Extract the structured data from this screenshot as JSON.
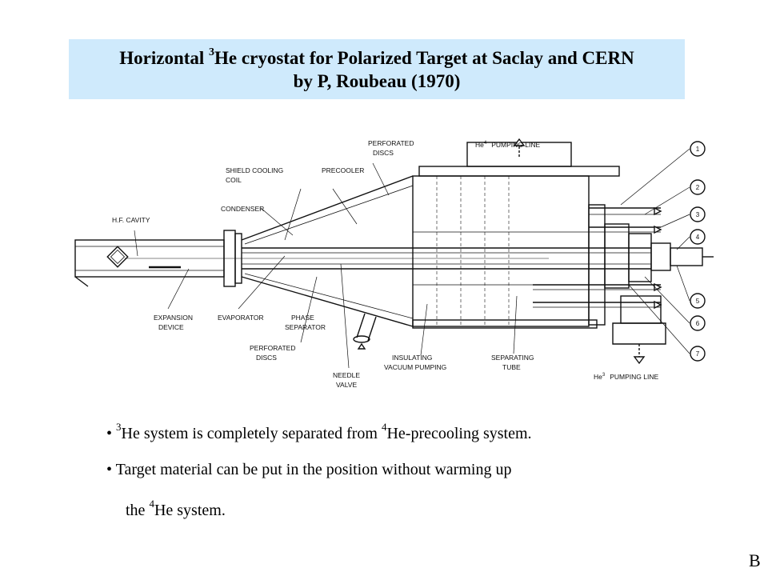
{
  "title": {
    "prefix": "Horizontal ",
    "sup": "3",
    "rest": "He cryostat for Polarized Target at Saclay and CERN",
    "line2": "by P, Roubeau (1970)"
  },
  "diagram": {
    "labels": {
      "hf_cavity": "H.F. CAVITY",
      "shield_cooling_1": "SHIELD  COOLING",
      "shield_cooling_2": "COIL",
      "precooler": "PRECOOLER",
      "perforated_top_1": "PERFORATED",
      "perforated_top_2": "DISCS",
      "condenser": "CONDENSER",
      "he4_pumping_sym": "He",
      "he4_pumping_sup": "4",
      "he4_pumping_text": "PUMPING  LINE",
      "expansion_1": "EXPANSION",
      "expansion_2": "DEVICE",
      "evaporator": "EVAPORATOR",
      "phase_1": "PHASE",
      "phase_2": "SEPARATOR",
      "perforated_bot_1": "PERFORATED",
      "perforated_bot_2": "DISCS",
      "needle_1": "NEEDLE",
      "needle_2": "VALVE",
      "insulating_1": "INSULATING",
      "insulating_2": "VACUUM  PUMPING",
      "separating_1": "SEPARATING",
      "separating_2": "TUBE",
      "he3_pumping_sym": "He",
      "he3_pumping_sup": "3",
      "he3_pumping_text": "PUMPING  LINE"
    },
    "callouts": [
      "1",
      "2",
      "3",
      "4",
      "5",
      "6",
      "7"
    ]
  },
  "bullets": {
    "b1": {
      "dot": "•",
      "sup1": "3",
      "mid": "He system is completely separated from ",
      "sup2": "4",
      "end": "He-precooling system."
    },
    "b2": {
      "dot": "•",
      "text": "Target material can be put in the position without warming up"
    },
    "b3": {
      "pre": "the ",
      "sup": "4",
      "post": "He system."
    }
  },
  "corner_label": "B"
}
